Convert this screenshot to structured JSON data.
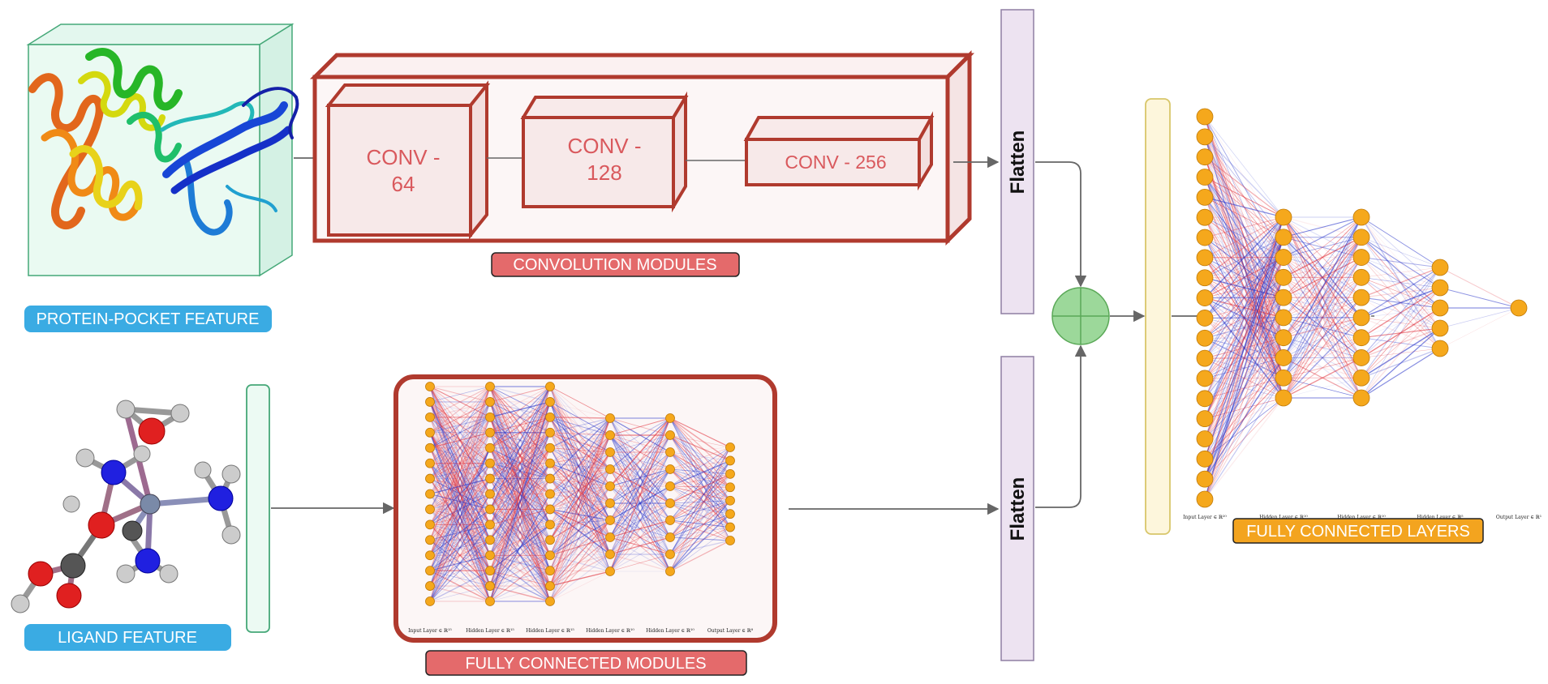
{
  "labels": {
    "protein_feature": "PROTEIN-POCKET FEATURE",
    "ligand_feature": "LIGAND FEATURE",
    "convolution_modules": "CONVOLUTION MODULES",
    "fully_connected_modules": "FULLY CONNECTED MODULES",
    "fully_connected_layers": "FULLY CONNECTED LAYERS",
    "flatten_top": "Flatten",
    "flatten_bottom": "Flatten"
  },
  "conv_blocks": [
    {
      "line1": "CONV -",
      "line2": "64"
    },
    {
      "line1": "CONV -",
      "line2": "128"
    },
    {
      "line1": "CONV - 256",
      "line2": ""
    }
  ],
  "fc_module_layer_labels": [
    "Input Layer ∈ ℝ¹⁵",
    "Hidden Layer ∈ ℝ¹⁵",
    "Hidden Layer ∈ ℝ¹⁵",
    "Hidden Layer ∈ ℝ¹⁰",
    "Hidden Layer ∈ ℝ¹⁰",
    "Output Layer ∈ ℝ⁸"
  ],
  "fc_layers_layer_labels": [
    "Input Layer ∈ ℝ²⁰",
    "Hidden Layer ∈ ℝ¹⁰",
    "Hidden Layer ∈ ℝ¹⁰",
    "Hidden Layer ∈ ℝ⁵",
    "Output Layer ∈ ℝ¹"
  ],
  "colors": {
    "blue_pill": "#3aabe3",
    "red_pill": "#e46a6b",
    "orange_pill": "#f3a41f",
    "conv_border": "#b03a2e",
    "conv_fill": "#fbf1f1",
    "flatten_fill": "#ede3f1",
    "concat_node": "#9cd89a",
    "neuron": "#f5a81c",
    "edge_red": "#e0303a",
    "edge_blue": "#2430c8"
  },
  "icons": [
    "protein-structure-image",
    "ligand-molecule-image",
    "concatenate-plus-icon"
  ]
}
